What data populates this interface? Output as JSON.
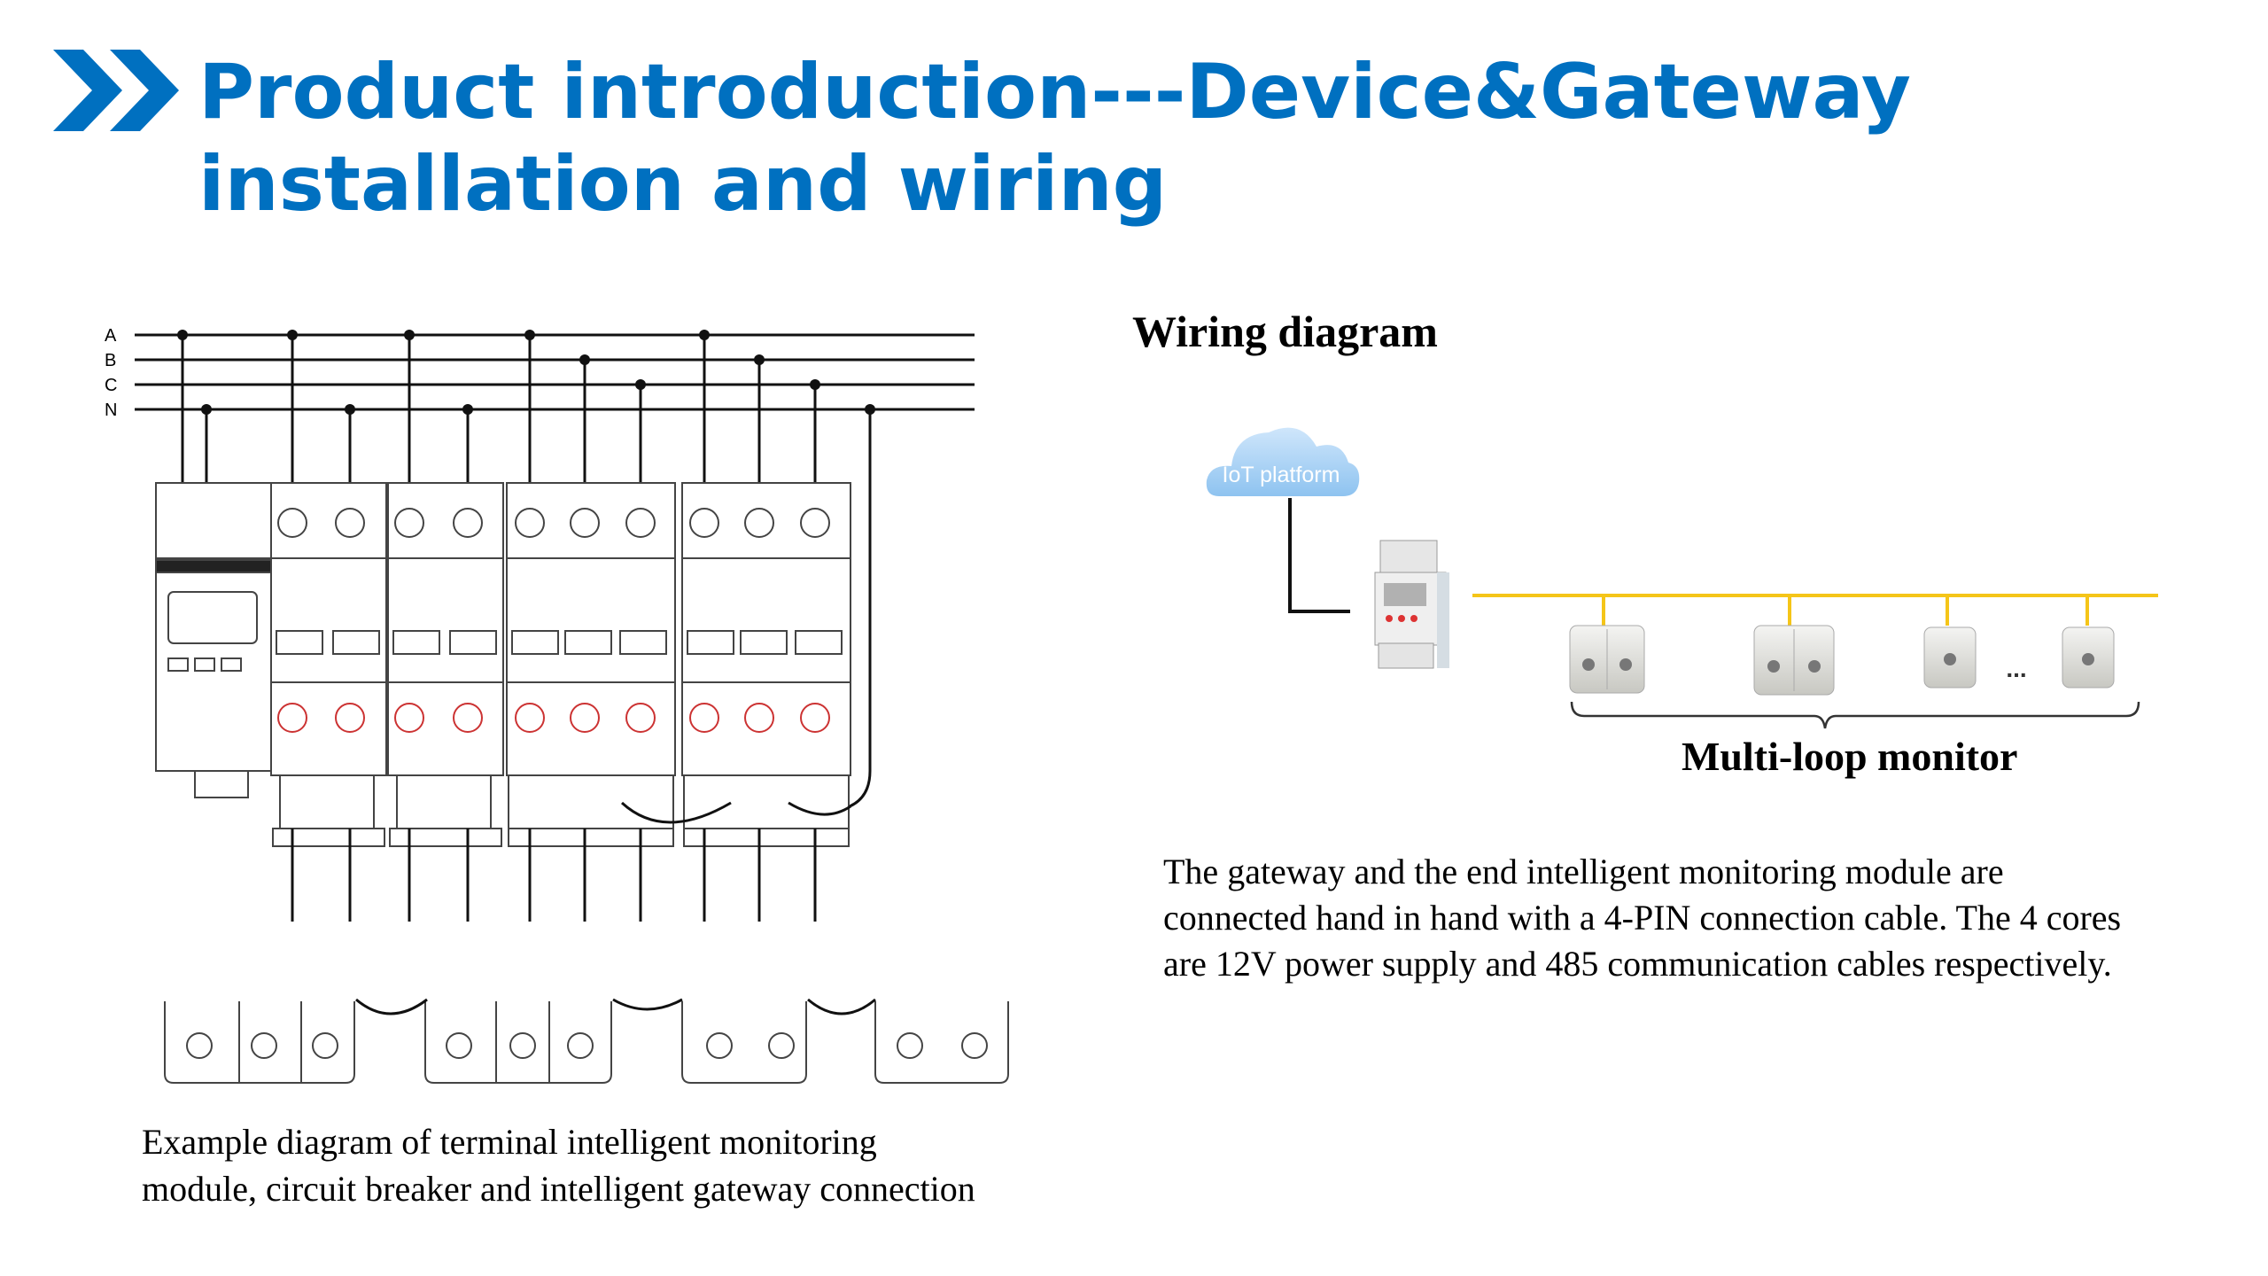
{
  "header": {
    "title_line1": "Product introduction---Device&Gateway",
    "title_line2": "installation and wiring",
    "accent_color": "#0070C0",
    "icon": "double-chevron-right-icon"
  },
  "left_diagram": {
    "bus_labels": [
      "A",
      "B",
      "C",
      "N"
    ],
    "caption_line1": "Example diagram of terminal intelligent monitoring",
    "caption_line2": "module, circuit breaker and intelligent gateway connection"
  },
  "right_diagram": {
    "title": "Wiring diagram",
    "cloud_label": "IoT platform",
    "ellipsis": "...",
    "group_label": "Multi-loop monitor",
    "description": "The gateway and the end intelligent monitoring module are connected hand in hand with a 4-PIN connection cable. The 4 cores are 12V power supply and 485 communication cables respectively.",
    "bus_color": "#F5C518",
    "cloud_color": "#8EC3F0"
  }
}
